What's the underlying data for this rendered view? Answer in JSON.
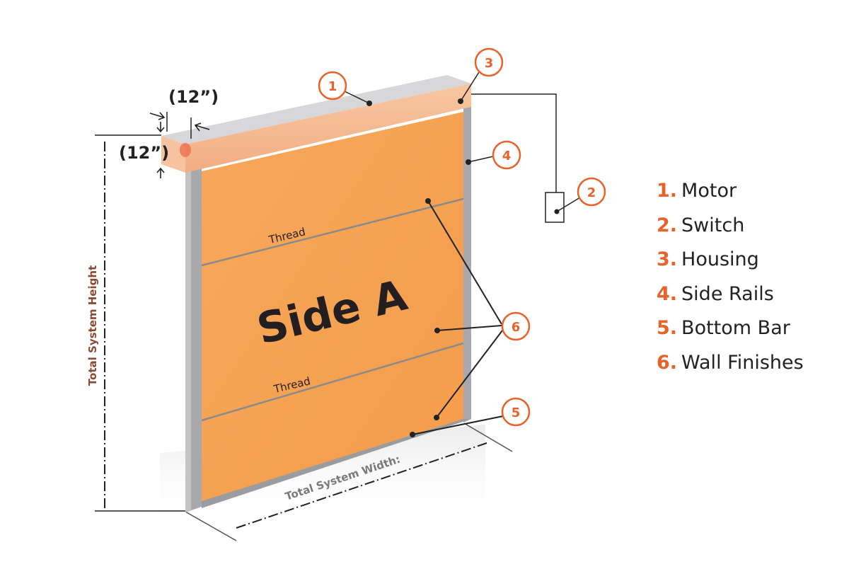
{
  "colors": {
    "accent": "#e8622a",
    "panel": "#f7a456",
    "rail": "#a7a9ac",
    "height_label": "#8a4b32",
    "width_label": "#7a7a7a",
    "text_dark": "#222222"
  },
  "dimensions": {
    "housing_width": "(12”)",
    "housing_height": "(12”)",
    "total_height_label": "Total System Height",
    "total_width_label": "Total System Width:"
  },
  "panel": {
    "title": "Side A",
    "thread_upper": "Thread",
    "thread_lower": "Thread"
  },
  "callouts": [
    {
      "number": "1",
      "target": "motor"
    },
    {
      "number": "2",
      "target": "switch"
    },
    {
      "number": "3",
      "target": "housing"
    },
    {
      "number": "4",
      "target": "side-rails"
    },
    {
      "number": "5",
      "target": "bottom-bar"
    },
    {
      "number": "6",
      "target": "wall-finishes"
    }
  ],
  "legend": [
    {
      "number": "1.",
      "label": "Motor"
    },
    {
      "number": "2.",
      "label": "Switch"
    },
    {
      "number": "3.",
      "label": "Housing"
    },
    {
      "number": "4.",
      "label": "Side Rails"
    },
    {
      "number": "5.",
      "label": "Bottom Bar"
    },
    {
      "number": "6.",
      "label": "Wall Finishes"
    }
  ]
}
